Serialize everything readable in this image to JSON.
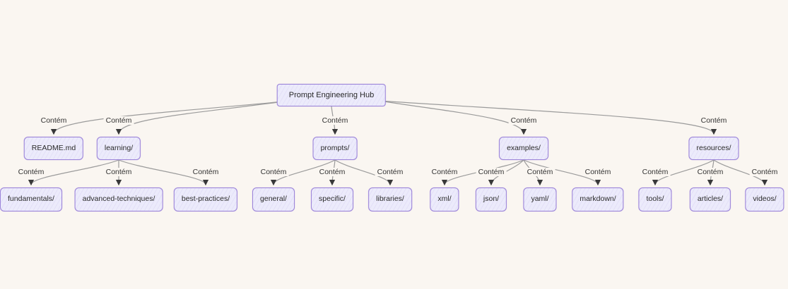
{
  "diagram": {
    "type": "flowchart-tree",
    "style": "hand-drawn",
    "colors": {
      "background": "#faf6f1",
      "node_fill": "#ecebfb",
      "node_border": "#9b83d9",
      "edge_line": "#9b9b9b",
      "arrowhead": "#383838",
      "text": "#2a2a2a"
    },
    "nodes": [
      {
        "id": "root",
        "label": "Prompt Engineering Hub",
        "level": 1
      },
      {
        "id": "readme",
        "label": "README.md",
        "level": 2
      },
      {
        "id": "learning",
        "label": "learning/",
        "level": 2
      },
      {
        "id": "prompts",
        "label": "prompts/",
        "level": 2
      },
      {
        "id": "examples",
        "label": "examples/",
        "level": 2
      },
      {
        "id": "resources",
        "label": "resources/",
        "level": 2
      },
      {
        "id": "fundamentals",
        "label": "fundamentals/",
        "level": 3
      },
      {
        "id": "advanced",
        "label": "advanced-techniques/",
        "level": 3
      },
      {
        "id": "best",
        "label": "best-practices/",
        "level": 3
      },
      {
        "id": "general",
        "label": "general/",
        "level": 3
      },
      {
        "id": "specific",
        "label": "specific/",
        "level": 3
      },
      {
        "id": "libraries",
        "label": "libraries/",
        "level": 3
      },
      {
        "id": "xml",
        "label": "xml/",
        "level": 3
      },
      {
        "id": "json",
        "label": "json/",
        "level": 3
      },
      {
        "id": "yaml",
        "label": "yaml/",
        "level": 3
      },
      {
        "id": "markdown",
        "label": "markdown/",
        "level": 3
      },
      {
        "id": "tools",
        "label": "tools/",
        "level": 3
      },
      {
        "id": "articles",
        "label": "articles/",
        "level": 3
      },
      {
        "id": "videos",
        "label": "videos/",
        "level": 3
      }
    ],
    "edges": [
      {
        "from": "root",
        "to": "readme",
        "label": "Contém"
      },
      {
        "from": "root",
        "to": "learning",
        "label": "Contém"
      },
      {
        "from": "root",
        "to": "prompts",
        "label": "Contém"
      },
      {
        "from": "root",
        "to": "examples",
        "label": "Contém"
      },
      {
        "from": "root",
        "to": "resources",
        "label": "Contém"
      },
      {
        "from": "learning",
        "to": "fundamentals",
        "label": "Contém"
      },
      {
        "from": "learning",
        "to": "advanced",
        "label": "Contém"
      },
      {
        "from": "learning",
        "to": "best",
        "label": "Contém"
      },
      {
        "from": "prompts",
        "to": "general",
        "label": "Contém"
      },
      {
        "from": "prompts",
        "to": "specific",
        "label": "Contém"
      },
      {
        "from": "prompts",
        "to": "libraries",
        "label": "Contém"
      },
      {
        "from": "examples",
        "to": "xml",
        "label": "Contém"
      },
      {
        "from": "examples",
        "to": "json",
        "label": "Contém"
      },
      {
        "from": "examples",
        "to": "yaml",
        "label": "Contém"
      },
      {
        "from": "examples",
        "to": "markdown",
        "label": "Contém"
      },
      {
        "from": "resources",
        "to": "tools",
        "label": "Contém"
      },
      {
        "from": "resources",
        "to": "articles",
        "label": "Contém"
      },
      {
        "from": "resources",
        "to": "videos",
        "label": "Contém"
      }
    ]
  }
}
